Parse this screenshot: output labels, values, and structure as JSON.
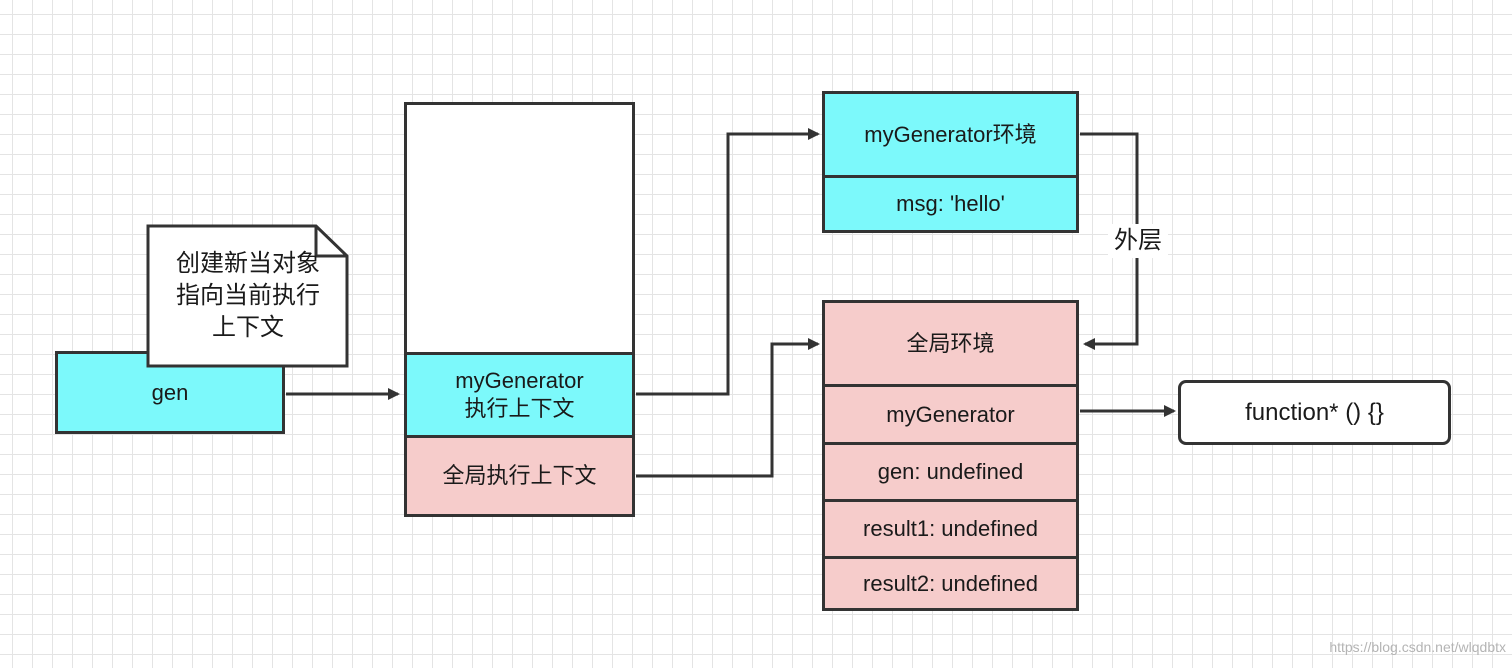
{
  "gen_box": {
    "label": "gen"
  },
  "note": {
    "lines": [
      "创建新当对象",
      "指向当前执行",
      "上下文"
    ]
  },
  "stack": {
    "items": [
      {
        "label_line1": "myGenerator",
        "label_line2": "执行上下文",
        "color": "#7cf9fb"
      },
      {
        "label": "全局执行上下文",
        "color": "#f6cccb"
      }
    ]
  },
  "generator_env": {
    "title": "myGenerator环境",
    "vars": [
      "msg: 'hello'"
    ],
    "color": "#7cf9fb"
  },
  "outer_label": "外层",
  "global_env": {
    "title": "全局环境",
    "vars": [
      "myGenerator",
      "gen: undefined",
      "result1: undefined",
      "result2: undefined"
    ],
    "color": "#f6cccb"
  },
  "function_box": {
    "label": "function* () {}"
  },
  "watermark": "https://blog.csdn.net/wlqdbtx"
}
